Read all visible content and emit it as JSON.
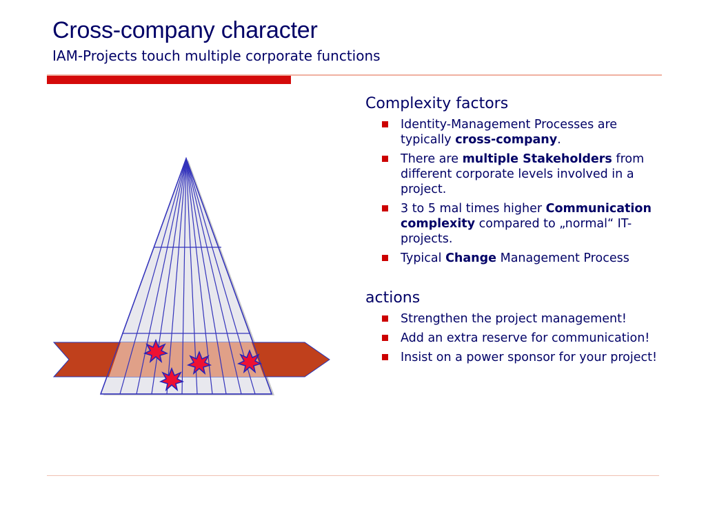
{
  "header": {
    "title": "Cross-company character",
    "subtitle": "IAM-Projects touch multiple corporate functions"
  },
  "sections": [
    {
      "heading": "Complexity factors",
      "items": [
        {
          "text_before": "Identity-Management Processes are typically ",
          "bold": "cross-company",
          "text_after": "."
        },
        {
          "text_before": "There are ",
          "bold": "multiple Stakeholders",
          "text_after": " from different corporate levels involved in a project."
        },
        {
          "text_before": "3 to 5 mal times higher ",
          "bold": "Communication complexity",
          "text_after": " compared to „normal“ IT-projects."
        },
        {
          "text_before": "Typical ",
          "bold": "Change",
          "text_after": " Management Process"
        }
      ]
    },
    {
      "heading": "actions",
      "items": [
        {
          "text_before": "Strengthen the project management!",
          "bold": "",
          "text_after": ""
        },
        {
          "text_before": "Add an extra reserve for communication!",
          "bold": "",
          "text_after": ""
        },
        {
          "text_before": "Insist on a power sponsor for your project!",
          "bold": "",
          "text_after": ""
        }
      ]
    }
  ],
  "colors": {
    "title": "#000066",
    "accent_red": "#d40a0a",
    "bullet": "#cc0000",
    "pyramid_fill": "#e8e8ee",
    "pyramid_stroke": "#3333bb",
    "band_fill": "#c0401c",
    "band_overlap": "#e0a088",
    "burst_fill": "#ee1133",
    "burst_stroke": "#2222bb"
  },
  "icons": [
    "bullet-square-icon",
    "burst-icon"
  ]
}
